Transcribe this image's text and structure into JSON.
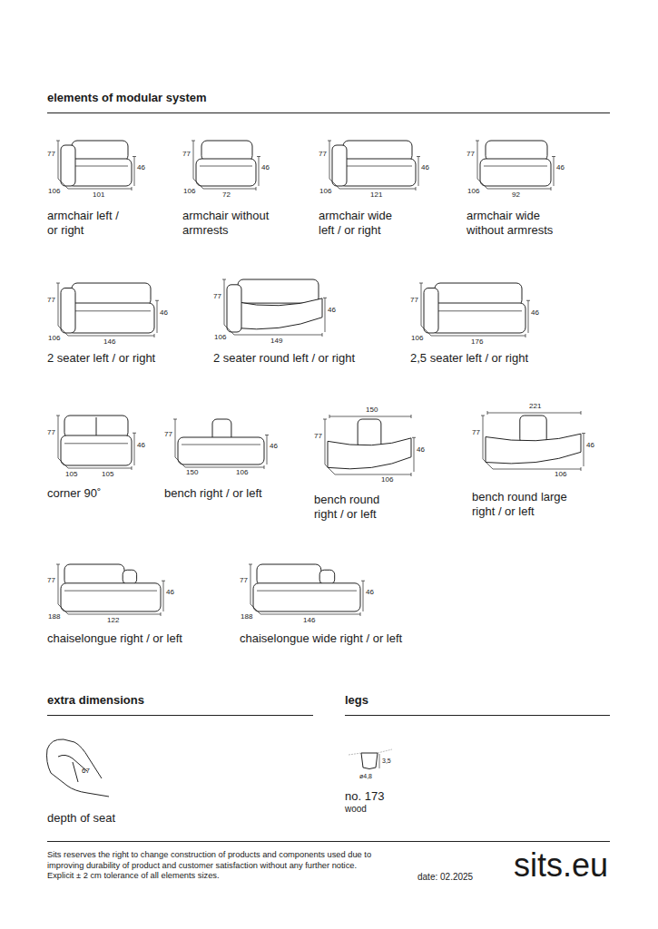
{
  "diagram": {
    "title": "elements of modular system",
    "labels": [
      "77",
      "46",
      "106",
      "101",
      "armchair left / or right",
      "77",
      "46",
      "106",
      "72",
      "armchair without armrests",
      "77",
      "46",
      "106",
      "121",
      "armchair wide left / or right",
      "77",
      "46",
      "106",
      "92",
      "armchair wide without armrests",
      "77",
      "46",
      "106",
      "146",
      "2 seater left / or right",
      "77",
      "46",
      "106",
      "149",
      "2 seater round left / or right",
      "77",
      "46",
      "106",
      "176",
      "2,5 seater left / or right",
      "77",
      "46",
      "105",
      "105",
      "corner 90˚",
      "77",
      "46",
      "150",
      "106",
      "bench right / or left",
      "150",
      "77",
      "46",
      "106",
      "bench round right / or left",
      "221",
      "77",
      "46",
      "106",
      "bench round large right / or left",
      "77",
      "46",
      "188",
      "122",
      "chaiselongue right / or left",
      "77",
      "46",
      "188",
      "146",
      "chaiselongue wide right / or left",
      "extra dimensions",
      "legs",
      "67",
      "depth of seat",
      "3,5",
      "ø4,8",
      "no. 173",
      "wood",
      "Sits reserves the right to change construction of products and components used due to improving durability of product and customer satisfaction without any further notice. Explicit ± 2 cm tolerance of all elements sizes.",
      "date: 02.2025",
      "sits.eu"
    ]
  }
}
